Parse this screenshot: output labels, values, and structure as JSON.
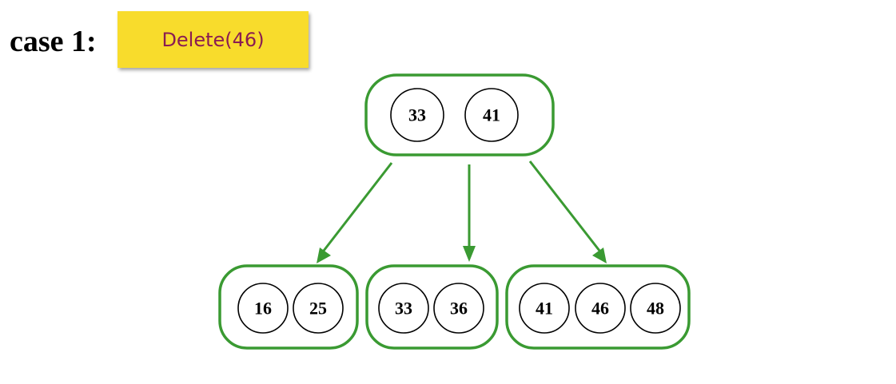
{
  "heading": {
    "case_label": "case 1:",
    "operation": "Delete(46)"
  },
  "colors": {
    "node_border": "#3a9a32",
    "badge_bg": "#f8dc2c",
    "badge_text": "#8a1d52"
  },
  "tree": {
    "root": {
      "keys": [
        "33",
        "41"
      ]
    },
    "leaves": [
      {
        "keys": [
          "16",
          "25"
        ]
      },
      {
        "keys": [
          "33",
          "36"
        ]
      },
      {
        "keys": [
          "41",
          "46",
          "48"
        ]
      }
    ]
  }
}
